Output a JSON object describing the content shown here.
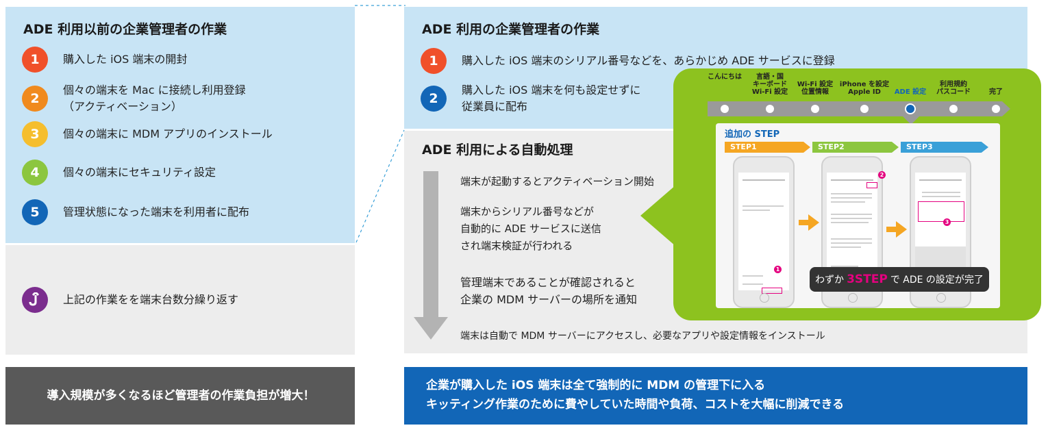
{
  "left": {
    "title": "ADE 利用以前の企業管理者の作業",
    "steps": [
      {
        "num": "1",
        "line1": "購入した iOS 端末の開封",
        "line2": "",
        "color": "#f0502a"
      },
      {
        "num": "2",
        "line1": "個々の端末を Mac に接続し利用登録",
        "line2": "（アクティベーション）",
        "color": "#f08a1e"
      },
      {
        "num": "3",
        "line1": "個々の端末に MDM アプリのインストール",
        "line2": "",
        "color": "#f5be2e"
      },
      {
        "num": "4",
        "line1": "個々の端末にセキュリティ設定",
        "line2": "",
        "color": "#8cc63f"
      },
      {
        "num": "5",
        "line1": "管理状態になった端末を利用者に配布",
        "line2": "",
        "color": "#1266b7"
      }
    ],
    "repeat_text": "上記の作業をを端末台数分繰り返す",
    "banner": "導入規模が多くなるほど管理者の作業負担が増大！"
  },
  "right": {
    "title": "ADE 利用の企業管理者の作業",
    "steps": [
      {
        "num": "1",
        "line1": "購入した iOS 端末のシリアル番号などを、あらかじめ ADE サービスに登録",
        "line2": "",
        "color": "#f0502a"
      },
      {
        "num": "2",
        "line1": "購入した iOS 端末を何も設定せずに",
        "line2": "従業員に配布",
        "color": "#1266b7"
      }
    ],
    "auto_title": "ADE 利用による自動処理",
    "auto_steps": [
      "端末が起動するとアクティベーション開始",
      "端末からシリアル番号などが",
      "自動的に ADE サービスに送信",
      "され端末検証が行われる",
      "管理端末であることが確認されると",
      "企業の MDM サーバーの場所を通知",
      "端末は自動で MDM サーバーにアクセスし、必要なアプリや設定情報をインストール"
    ],
    "banner_line1": "企業が購入した iOS 端末は全て強制的に MDM の管理下に入る",
    "banner_line2": "キッティング作業のために費やしていた時間や負荷、コストを大幅に削減できる"
  },
  "callout": {
    "progress": [
      {
        "l1": "",
        "l2": "",
        "l3": "こんにちは",
        "active": false
      },
      {
        "l1": "言語・国",
        "l2": "キーボード",
        "l3": "Wi-Fi 設定",
        "active": false
      },
      {
        "l1": "",
        "l2": "Wi-Fi 設定",
        "l3": "位置情報",
        "active": false
      },
      {
        "l1": "",
        "l2": "iPhone を設定",
        "l3": "Apple ID",
        "active": false
      },
      {
        "l1": "",
        "l2": "",
        "l3": "ADE 設定",
        "active": true
      },
      {
        "l1": "",
        "l2": "利用規約",
        "l3": "パスコード",
        "active": false
      },
      {
        "l1": "",
        "l2": "",
        "l3": "完了",
        "active": false
      }
    ],
    "extra_title": "追加の STEP",
    "step_labels": [
      "STEP1",
      "STEP2",
      "STEP3"
    ],
    "step_colors": [
      "#f5a623",
      "#8cc63f",
      "#3aa0d8"
    ],
    "badges": [
      "1",
      "2",
      "3"
    ],
    "pill_prefix": "わずか",
    "pill_highlight": "3STEP",
    "pill_suffix": "で ADE の設定が完了"
  },
  "repeat_icon": "undo-arrow-icon"
}
